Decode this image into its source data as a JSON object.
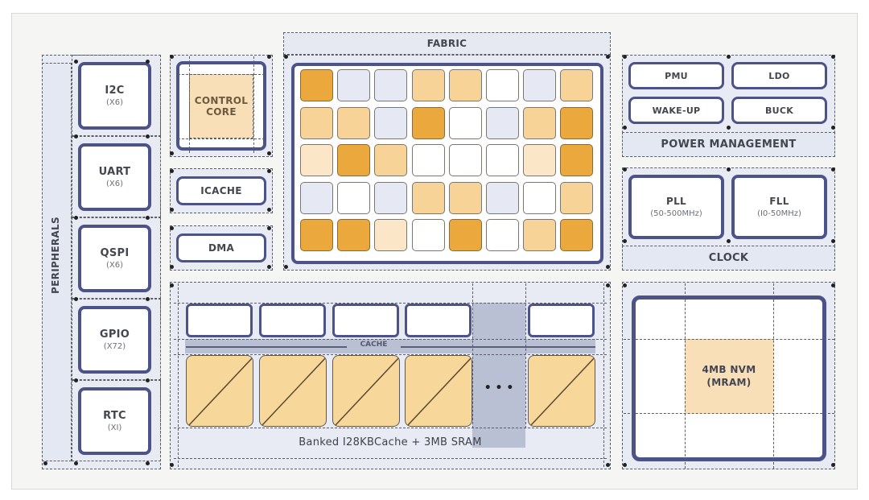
{
  "peripherals": {
    "title": "PERIPHERALS",
    "items": [
      {
        "name": "I2C",
        "count": "(X6)"
      },
      {
        "name": "UART",
        "count": "(X6)"
      },
      {
        "name": "QSPI",
        "count": "(X6)"
      },
      {
        "name": "GPIO",
        "count": "(X72)"
      },
      {
        "name": "RTC",
        "count": "(XI)"
      }
    ]
  },
  "core": {
    "control_core": "CONTROL\nCORE",
    "control_core_line1": "CONTROL",
    "control_core_line2": "CORE",
    "icache": "ICACHE",
    "dma": "DMA"
  },
  "fabric": {
    "title": "FABRIC",
    "rows": 5,
    "cols": 8,
    "cells": [
      [
        "dark",
        "lavender",
        "lavender",
        "mid",
        "mid",
        "white",
        "lavender",
        "mid"
      ],
      [
        "mid",
        "mid",
        "lavender",
        "dark",
        "white",
        "lavender",
        "mid",
        "dark"
      ],
      [
        "light",
        "dark",
        "mid",
        "white",
        "white",
        "white",
        "light",
        "dark"
      ],
      [
        "lavender",
        "white",
        "lavender",
        "mid",
        "mid",
        "lavender",
        "white",
        "mid"
      ],
      [
        "dark",
        "dark",
        "light",
        "white",
        "dark",
        "white",
        "mid",
        "dark"
      ]
    ],
    "palette": {
      "dark": "#eba83c",
      "mid": "#f8d397",
      "light": "#fbe6c8",
      "lavender": "#e6e9f4",
      "white": "#ffffff"
    }
  },
  "power": {
    "title": "POWER MANAGEMENT",
    "items": [
      "PMU",
      "LDO",
      "WAKE-UP",
      "BUCK"
    ]
  },
  "clock": {
    "title": "CLOCK",
    "items": [
      {
        "name": "PLL",
        "range": "(50-500MHz)"
      },
      {
        "name": "FLL",
        "range": "(I0-50MHz)"
      }
    ]
  },
  "memory": {
    "cache_label": "CACHE",
    "ellipsis": "• • •",
    "caption": "Banked I28KBCache + 3MB SRAM",
    "bank_count_shown": 5
  },
  "nvm": {
    "line1": "4MB NVM",
    "line2": "(MRAM)"
  },
  "colors": {
    "accent_border": "#4b5389",
    "orange": "#eba83c",
    "peach": "#f8d79b",
    "tint": "#e8ebf4"
  }
}
